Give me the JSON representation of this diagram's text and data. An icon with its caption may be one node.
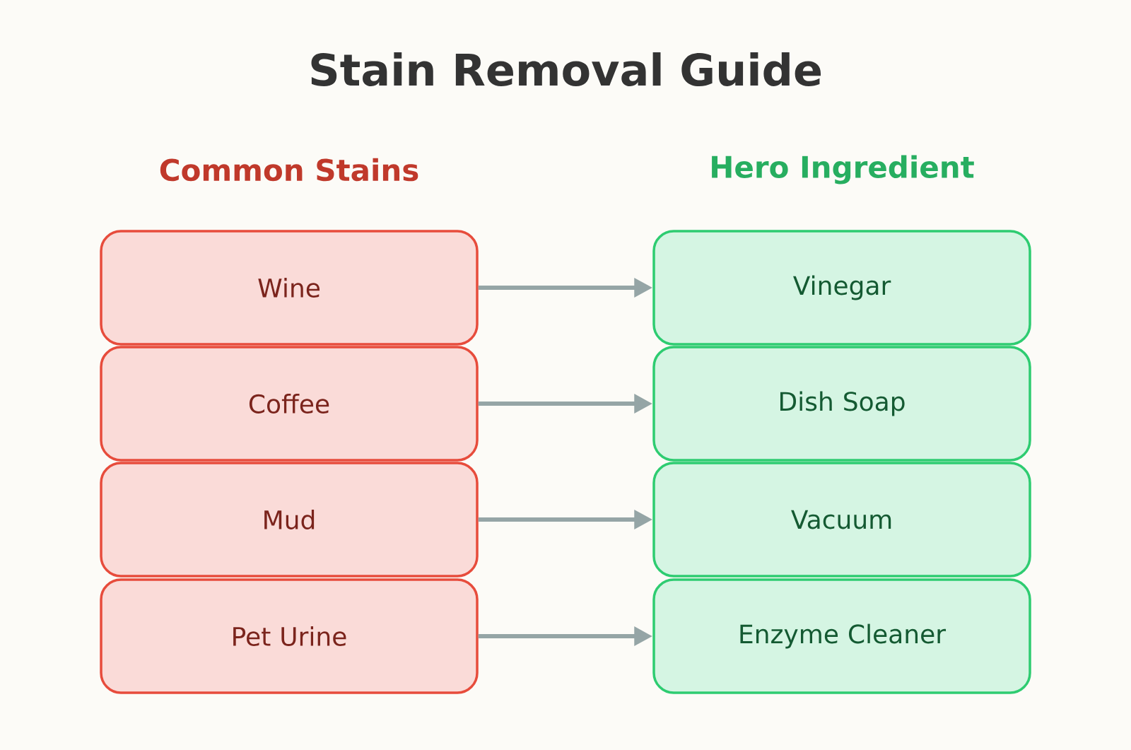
{
  "diagram": {
    "title": "Stain Removal Guide",
    "nodes": [
      {
        "text": [
          "Wine"
        ]
      },
      {
        "text": [
          "Coffee"
        ]
      },
      {
        "text": [
          "Mud"
        ]
      },
      {
        "text": [
          "Pet Urine"
        ]
      },
      {
        "text": [
          "Vinegar"
        ]
      },
      {
        "text": [
          "Dish Soap"
        ]
      },
      {
        "text": [
          "Vacuum"
        ]
      },
      {
        "text": [
          "Enzyme Cleaner"
        ]
      }
    ],
    "edges": [
      {
        "from": 0,
        "to": 4,
        "arrow": "to"
      },
      {
        "from": 1,
        "to": 5,
        "arrow": "to"
      },
      {
        "from": 2,
        "to": 6,
        "arrow": "to"
      },
      {
        "from": 3,
        "to": 7,
        "arrow": "to"
      }
    ],
    "labels": [
      "Common Stains",
      "Hero Ingredient"
    ]
  }
}
